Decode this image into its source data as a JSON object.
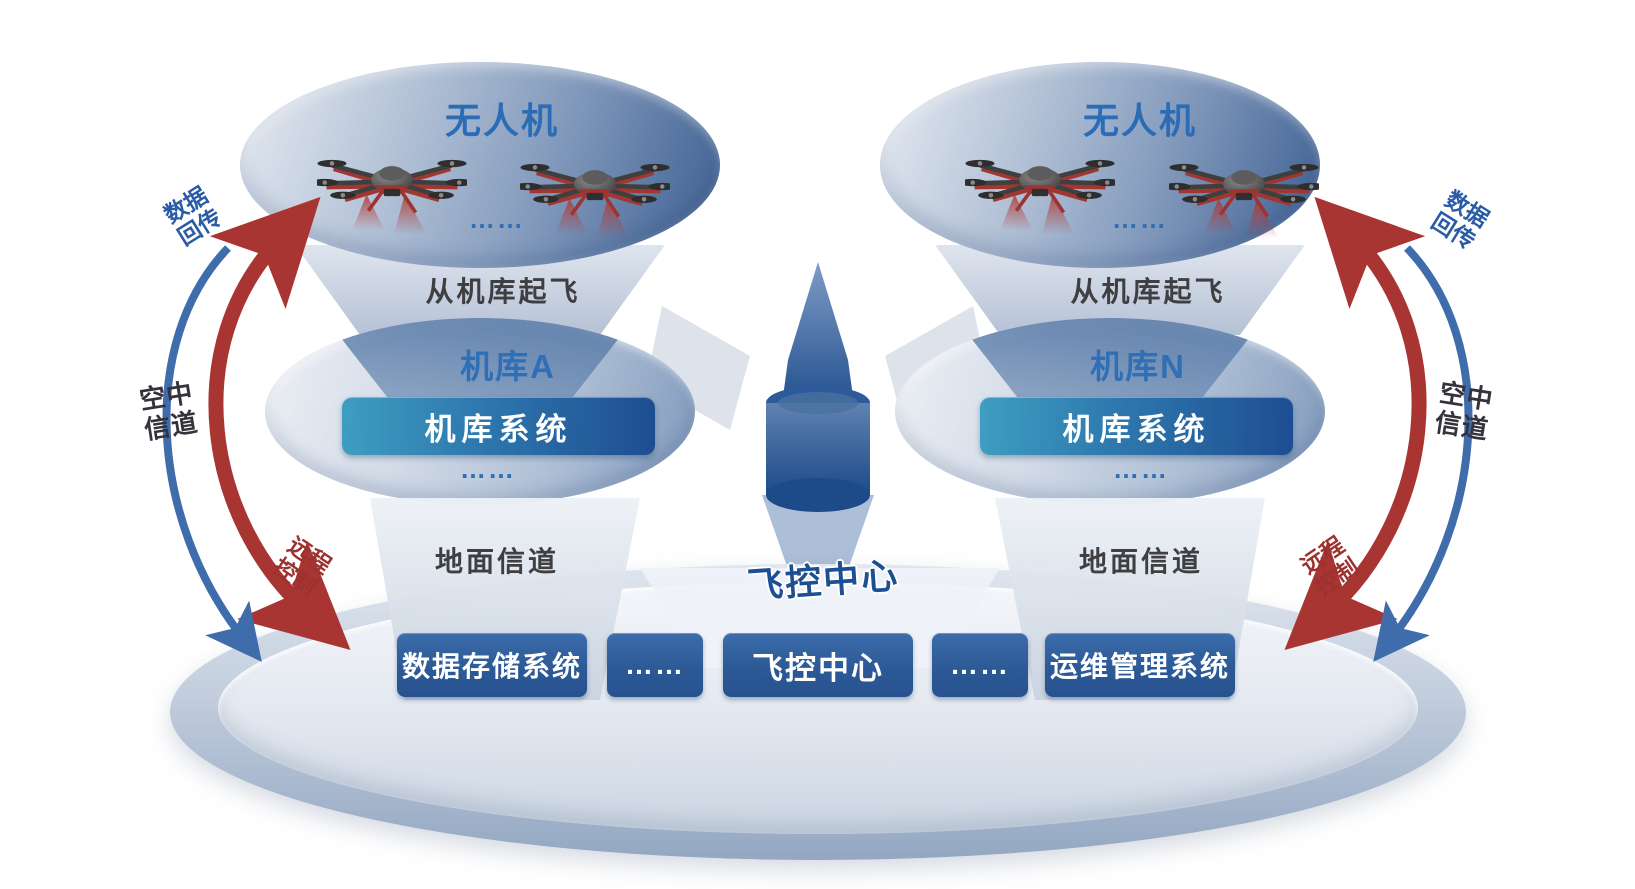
{
  "clusters": [
    {
      "uav_title": "无人机",
      "uav_dots": "……",
      "takeoff_label": "从机库起飞",
      "hangar_title": "机库A",
      "hangar_system_label": "机库系统",
      "hangar_dots": "……",
      "ground_channel_label": "地面信道"
    },
    {
      "uav_title": "无人机",
      "uav_dots": "……",
      "takeoff_label": "从机库起飞",
      "hangar_title": "机库N",
      "hangar_system_label": "机库系统",
      "hangar_dots": "……",
      "ground_channel_label": "地面信道"
    }
  ],
  "center": {
    "flight_control_label": "飞控中心"
  },
  "platform": {
    "buttons": [
      "数据存储系统",
      "……",
      "飞控中心",
      "……",
      "运维管理系统"
    ]
  },
  "side_links": {
    "uplink_line1": "数据",
    "uplink_line2": "回传",
    "air_channel_line1": "空中",
    "air_channel_line2": "信道",
    "downlink_line1": "远程",
    "downlink_line2": "控制"
  },
  "colors": {
    "primary_blue": "#2a6cb5",
    "system_button_blue": "#2c5a97",
    "hangar_button_gradient_start": "#3e9ec0",
    "hangar_button_gradient_end": "#1e4d92",
    "arrow_red": "#a93532",
    "arrow_blue": "#3f6cab",
    "dark_text": "#3f3f41",
    "center_label_blue": "#1d4f93"
  }
}
